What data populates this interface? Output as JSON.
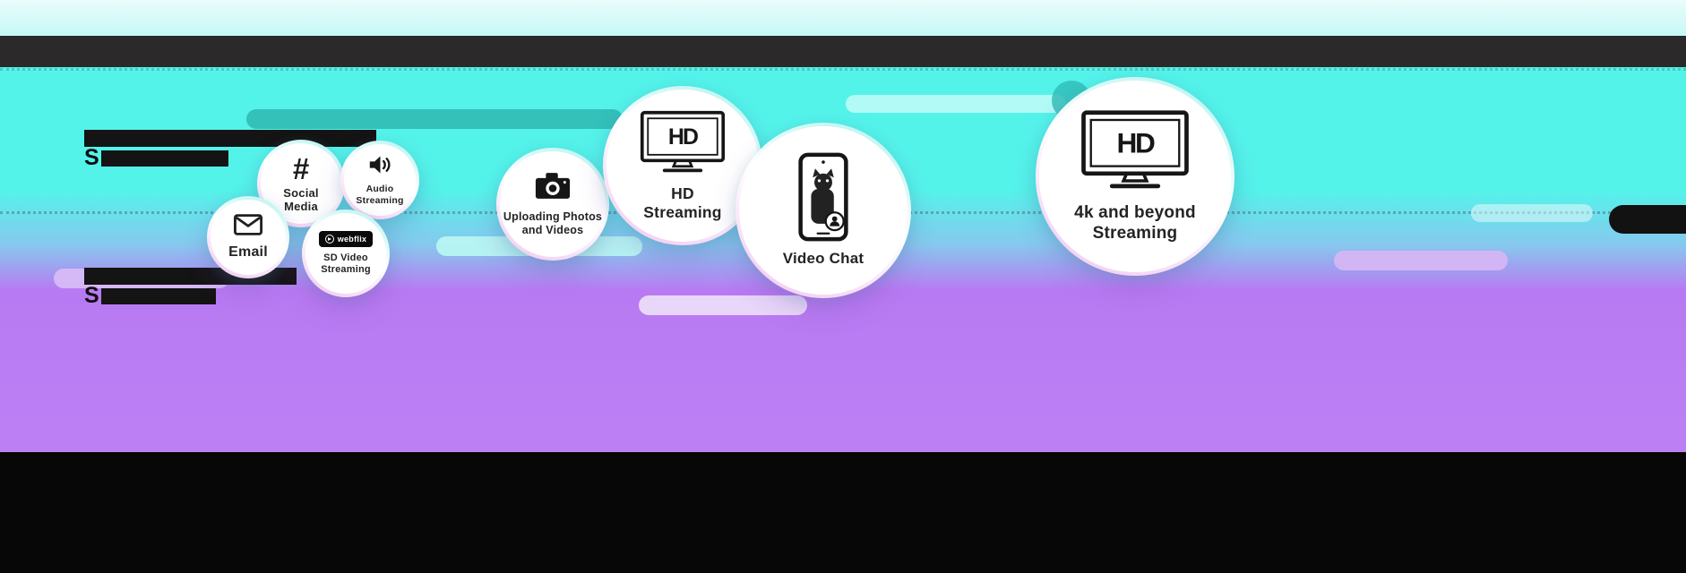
{
  "colors": {
    "cyan": "#54f3ea",
    "purple": "#bd80f4",
    "top_strip": "#c6f8f5",
    "header_bar": "#2b2929",
    "footer_bar": "#070707",
    "text_dark": "#242424",
    "pill_teal": "#2eb7b2",
    "pill_lavender": "#d8b6f5"
  },
  "redacted_headings": {
    "top": {
      "visible_prefix": "S"
    },
    "bottom": {
      "visible_prefix": "S"
    }
  },
  "bubbles": [
    {
      "name": "email",
      "label": "Email",
      "icon": "envelope-icon"
    },
    {
      "name": "social-media",
      "label": "Social Media",
      "icon": "hashtag-icon",
      "icon_glyph": "#"
    },
    {
      "name": "audio-streaming",
      "label": "Audio Streaming",
      "icon": "speaker-icon"
    },
    {
      "name": "sd-video-streaming",
      "label": "SD Video Streaming",
      "icon": "webflix-badge",
      "badge_text": "webflix"
    },
    {
      "name": "uploading-photos-and-videos",
      "label": "Uploading Photos and Videos",
      "icon": "camera-icon"
    },
    {
      "name": "hd-streaming",
      "label": "HD Streaming",
      "icon": "tv-hd-icon",
      "screen_text": "HD"
    },
    {
      "name": "video-chat",
      "label": "Video Chat",
      "icon": "phone-video-call-icon"
    },
    {
      "name": "4k-and-beyond-streaming",
      "label": "4k and beyond Streaming",
      "icon": "tv-hd-icon",
      "screen_text": "HD"
    }
  ]
}
